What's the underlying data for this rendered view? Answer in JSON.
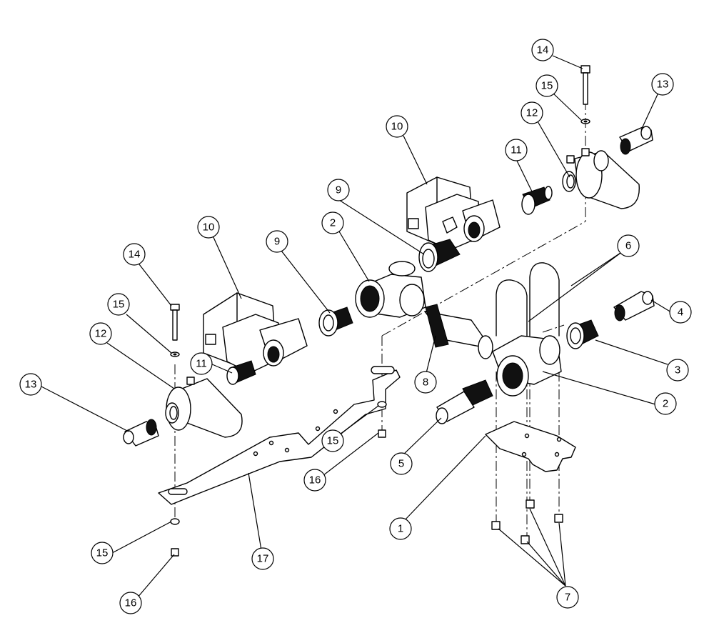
{
  "callouts": [
    {
      "id": "c-14-top",
      "label": "14"
    },
    {
      "id": "c-15-top",
      "label": "15"
    },
    {
      "id": "c-13-top",
      "label": "13"
    },
    {
      "id": "c-12-top",
      "label": "12"
    },
    {
      "id": "c-11-top",
      "label": "11"
    },
    {
      "id": "c-10-top",
      "label": "10"
    },
    {
      "id": "c-9-top",
      "label": "9"
    },
    {
      "id": "c-2-top",
      "label": "2"
    },
    {
      "id": "c-6",
      "label": "6"
    },
    {
      "id": "c-4",
      "label": "4"
    },
    {
      "id": "c-3",
      "label": "3"
    },
    {
      "id": "c-2-right",
      "label": "2"
    },
    {
      "id": "c-8",
      "label": "8"
    },
    {
      "id": "c-5",
      "label": "5"
    },
    {
      "id": "c-1",
      "label": "1"
    },
    {
      "id": "c-7",
      "label": "7"
    },
    {
      "id": "c-10-left",
      "label": "10"
    },
    {
      "id": "c-9-left",
      "label": "9"
    },
    {
      "id": "c-14-left",
      "label": "14"
    },
    {
      "id": "c-15-left",
      "label": "15"
    },
    {
      "id": "c-12-left",
      "label": "12"
    },
    {
      "id": "c-11-left",
      "label": "11"
    },
    {
      "id": "c-13-left",
      "label": "13"
    },
    {
      "id": "c-15-mid",
      "label": "15"
    },
    {
      "id": "c-16-mid",
      "label": "16"
    },
    {
      "id": "c-17",
      "label": "17"
    },
    {
      "id": "c-15-bottom",
      "label": "15"
    },
    {
      "id": "c-16-bottom",
      "label": "16"
    }
  ]
}
